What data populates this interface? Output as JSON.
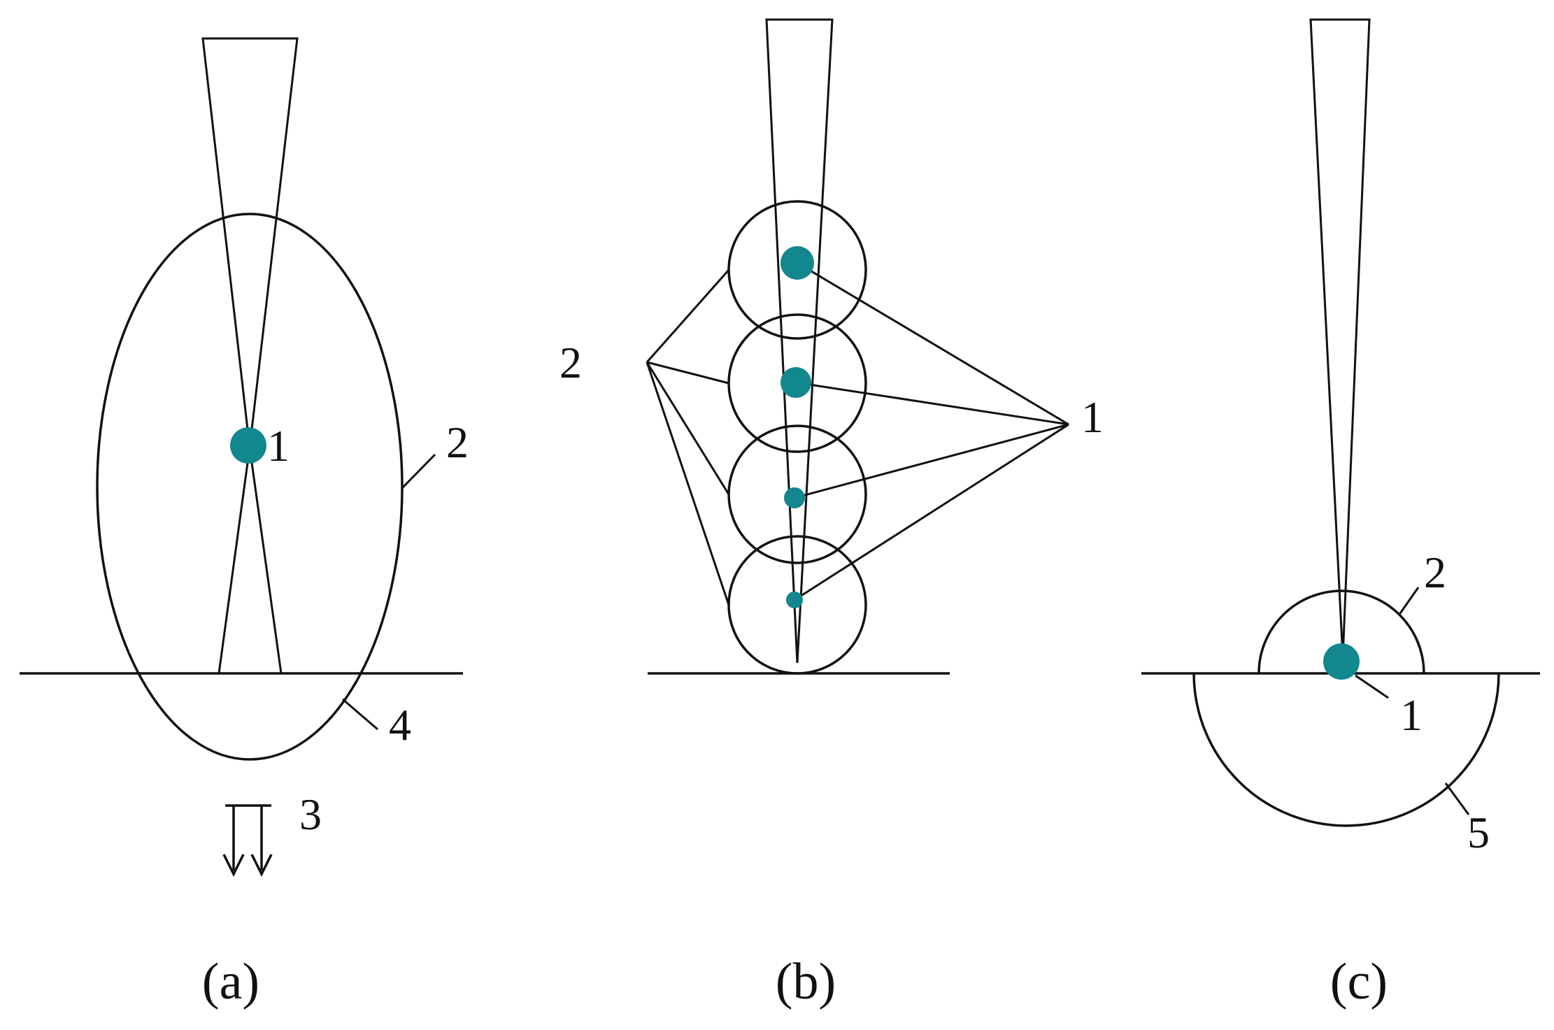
{
  "colors": {
    "beam_stripe": "#5fb6b9",
    "dot_fill": "#12878d",
    "line": "#111111",
    "background": "#ffffff"
  },
  "panels": [
    {
      "caption": "(a)",
      "labels": {
        "l1": "1",
        "l2": "2",
        "l3": "3",
        "l4": "4"
      }
    },
    {
      "caption": "(b)",
      "labels": {
        "l1": "1",
        "l2": "2"
      }
    },
    {
      "caption": "(c)",
      "labels": {
        "l1": "1",
        "l2": "2",
        "l5": "5"
      }
    }
  ]
}
